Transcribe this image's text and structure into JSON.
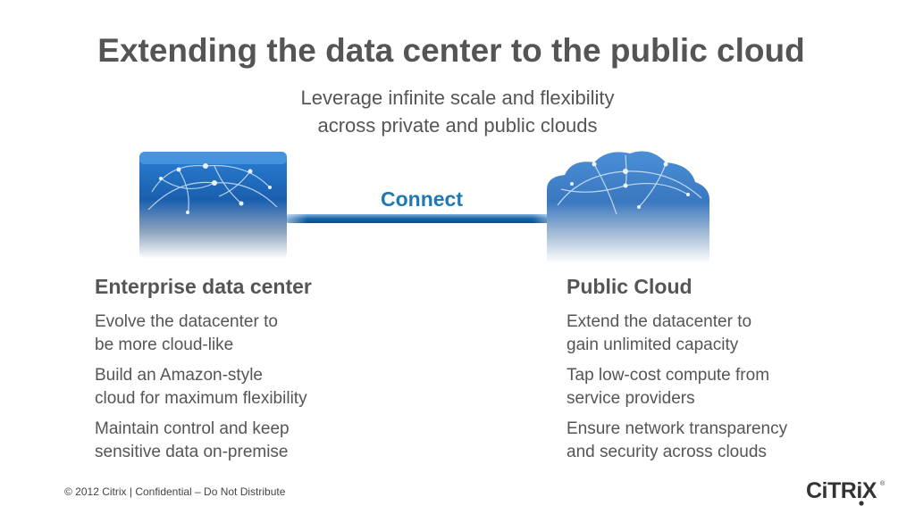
{
  "slide": {
    "title": "Extending the data center to the public cloud",
    "subtitle_lines": [
      "Leverage infinite scale and flexibility",
      "across private and public clouds"
    ]
  },
  "diagram": {
    "connect_label": "Connect",
    "left_icon": "enterprise-datacenter-icon",
    "right_icon": "public-cloud-icon",
    "accent_color": "#1f78b4",
    "link_color": "#1565a8"
  },
  "enterprise": {
    "heading": "Enterprise data center",
    "bullets": [
      [
        "Evolve the datacenter to",
        "be more cloud-like"
      ],
      [
        "Build an Amazon-style",
        "cloud for maximum flexibility"
      ],
      [
        "Maintain control and keep",
        "sensitive data on-premise"
      ]
    ]
  },
  "public_cloud": {
    "heading": "Public Cloud",
    "bullets": [
      [
        "Extend the datacenter to",
        "gain unlimited capacity"
      ],
      [
        "Tap low-cost compute from",
        "service providers"
      ],
      [
        "Ensure network transparency",
        "and security across clouds"
      ]
    ]
  },
  "footer": {
    "text": "© 2012 Citrix | Confidential – Do Not Distribute"
  },
  "logo": {
    "text": "CiTRiX",
    "mark": "®",
    "icon": "citrix-logo"
  }
}
